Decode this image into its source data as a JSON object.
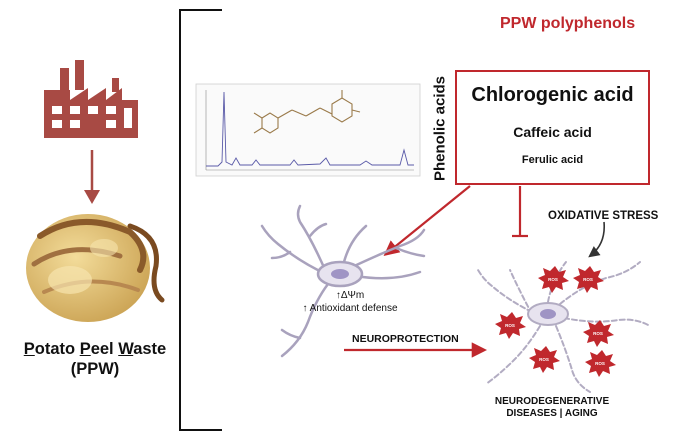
{
  "header": {
    "title": "PPW polyphenols"
  },
  "compounds": {
    "main": "Chlorogenic acid",
    "second": "Caffeic acid",
    "third": "Ferulic acid",
    "class_label": "Phenolic acids"
  },
  "effects": {
    "mito": "↑ΔΨm",
    "antioxidant": "↑ Antioxidant defense",
    "neuroprotection": "NEUROPROTECTION",
    "stress": "OXIDATIVE STRESS",
    "ros": "ROS",
    "outcome_line1": "NEURODEGENERATIVE",
    "outcome_line2": "DISEASES | AGING"
  },
  "source": {
    "line1": "Potato Peel Waste",
    "line2": "(PPW)"
  },
  "colors": {
    "accent": "#c0282d",
    "factory": "#a84a44",
    "neuron_fill": "#e7e3ef",
    "neuron_stroke": "#a9a2bd",
    "nucleus": "#9f94c4",
    "potato": "#d9b36a",
    "chromatogram": "#5a5aa8",
    "molecule": "#9a7a4a"
  },
  "icons": [
    "factory-icon",
    "potato-peel-image",
    "chromatogram-image",
    "molecule-image",
    "neuron-healthy-image",
    "neuron-damaged-image",
    "ros-burst-icon"
  ]
}
